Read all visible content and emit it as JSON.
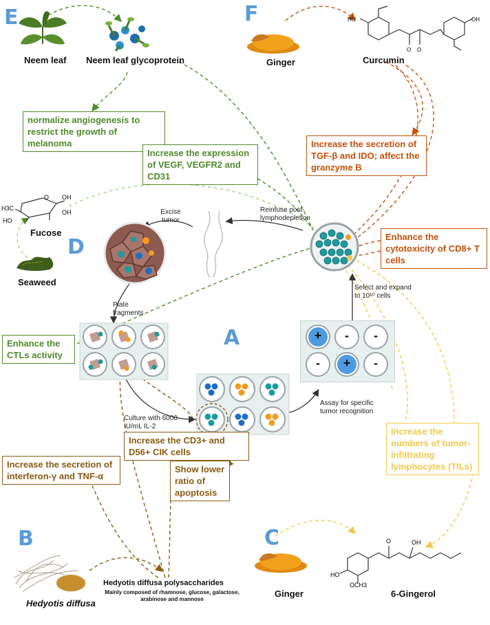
{
  "panels": {
    "A": "A",
    "B": "B",
    "C": "C",
    "D": "D",
    "E": "E",
    "F": "F"
  },
  "panel_e": {
    "neem_leaf": "Neem leaf",
    "neem_glycoprotein": "Neem leaf glycoprotein",
    "box_angiogenesis": "normalize angiogenesis to restrict the growth of melanoma",
    "box_vegf": "Increase the expression of VEGF, VEGFR2 and CD31"
  },
  "panel_f": {
    "ginger": "Ginger",
    "curcumin": "Curcumin",
    "box_tgf": "Increase the secretion of TGF-β and IDO; affect the granzyme B",
    "box_cd8": "Enhance the cytotoxicity of CD8+ T cells"
  },
  "panel_d": {
    "fucose": "Fucose",
    "seaweed": "Seaweed",
    "box_ctl": "Enhance the CTLs activity"
  },
  "cycle": {
    "excise_tumor": "Excise tumor",
    "reinfuse": "Reinfuse post-lymphodepletion",
    "plate_fragments": "Plate fragments",
    "select_expand": "Select and expand to 10¹⁰ cells",
    "culture": "Culture with 6000 IU/mL IL-2",
    "assay": "Assay for specific tumor recognition",
    "plus_minus": [
      "+",
      "-",
      "-",
      "-",
      "+",
      "-"
    ]
  },
  "panel_b": {
    "box_interferon": "Increase the secretion of interferon-γ and TNF-α",
    "box_cik": "Increase the CD3+ and D56+ CIK cells",
    "box_apoptosis": "Show lower ratio of apoptosis",
    "hedyotis_title": "Hedyotis diffusa polysaccharides",
    "hedyotis_sub": "Mainly composed of rhamnose, glucose, galactose, arabinose and mannose",
    "hedyotis": "Hedyotis diffusa"
  },
  "panel_c": {
    "box_til": "Increase the numbers of tumor-infiltrating lymphocytes (TILs)",
    "ginger": "Ginger",
    "gingerol": "6-Gingerol"
  },
  "chem_labels": {
    "fucose_oh1": "OH",
    "fucose_oh2": "OH",
    "fucose_ho": "HO",
    "fucose_h3c": "H3C",
    "fucose_o": "O",
    "curc_ho": "HO",
    "curc_oh": "OH",
    "curc_o1": "O",
    "curc_o2": "O",
    "ging_o": "O",
    "ging_oh": "OH",
    "ging_ho": "HO",
    "ging_och3": "OCH3"
  },
  "colors": {
    "green": "#4f8a2b",
    "orange": "#c5510b",
    "brown": "#8a5a12",
    "yellow": "#f2c94c",
    "blue": "#5b9bd5",
    "teal": "#1f9a9e"
  }
}
